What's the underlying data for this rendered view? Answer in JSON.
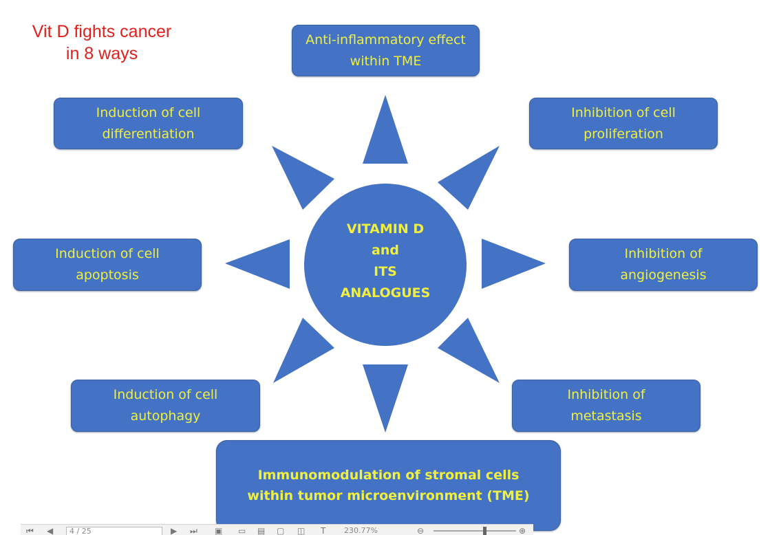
{
  "headline": {
    "line1": "Vit D fights cancer",
    "line2": "in 8 ways"
  },
  "center": {
    "line1": "VITAMIN D",
    "line2": "and",
    "line3": "ITS",
    "line4": "ANALOGUES"
  },
  "boxes": {
    "top": {
      "line1": "Anti-inflammatory effect",
      "line2": "within TME"
    },
    "top_left": {
      "line1": "Induction of cell",
      "line2": "differentiation"
    },
    "top_right": {
      "line1": "Inhibition of cell",
      "line2": "proliferation"
    },
    "left": {
      "line1": "Induction of cell",
      "line2": "apoptosis"
    },
    "right": {
      "line1": "Inhibition of",
      "line2": "angiogenesis"
    },
    "bottom_left": {
      "line1": "Induction of cell",
      "line2": "autophagy"
    },
    "bottom_right": {
      "line1": "Inhibition of",
      "line2": "metastasis"
    },
    "bottom": {
      "line1": "Immunomodulation of stromal cells",
      "line2": "within tumor microenvironment (TME)"
    }
  },
  "toolbar": {
    "page": "4 / 25",
    "zoom": "230.77%"
  },
  "colors": {
    "shape_fill": "#4472c4",
    "shape_text": "#f0f040",
    "headline_text": "#e0201c"
  }
}
